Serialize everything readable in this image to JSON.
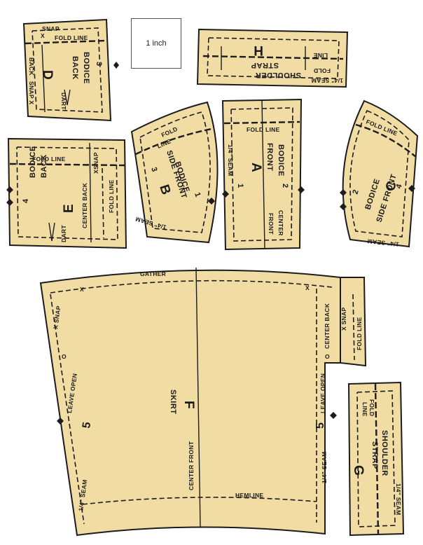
{
  "scale": {
    "label": "1 inch"
  },
  "pieces": {
    "d": {
      "snap": "SNAP",
      "fold": "FOLD LINE",
      "back": "BACK",
      "snap_x": "SNAP X",
      "name1": "BODICE",
      "name2": "BACK",
      "letter": "D",
      "dart": "DART",
      "num": "3",
      "x": "X"
    },
    "h": {
      "seam": "1/4\" SEAM",
      "name1": "SHOULDER",
      "name2": "STRAP",
      "letter": "H",
      "fold1": "FOLD",
      "fold2": "LINE"
    },
    "e": {
      "fold": "FOLD LINE",
      "name1": "BODICE",
      "name2": "BACK",
      "letter": "E",
      "num": "4",
      "dart": "DART",
      "center_back": "CENTER BACK",
      "snap": "XSNAP",
      "fold_side": "FOLD LINE"
    },
    "b": {
      "fold1": "FOLD",
      "fold2": "LINE",
      "name1": "BODICE",
      "name2": "SIDE FRONT",
      "letter": "B",
      "num_left": "3",
      "num_right": "1",
      "seam": "1/4\" SEAM"
    },
    "a": {
      "fold": "FOLD LINE",
      "seam": "1/4\" SEAM",
      "name1": "BODICE",
      "name2": "FRONT",
      "letter": "A",
      "num_left": "1",
      "num_right": "2",
      "center1": "CENTER",
      "center2": "FRONT"
    },
    "c": {
      "fold": "FOLD LINE",
      "name1": "BODICE",
      "name2": "SIDE FRONT",
      "letter": "C",
      "num_left": "2",
      "num_right": "4",
      "seam": "1/4\" SEAM"
    },
    "f": {
      "gather": "GATHER",
      "snap_left": "X SNAP",
      "leave_open_left": "LEAVE OPEN",
      "num_left": "5",
      "seam_left": "1/4\" SEAM",
      "name": "SKIRT",
      "letter": "F",
      "center_front": "CENTER FRONT",
      "hemline": "HEMLINE",
      "center_back": "CENTER BACK",
      "snap_right": "X SNAP",
      "fold": "FOLD LINE",
      "leave_open_right": "LEAVE OPEN",
      "num_right": "5",
      "seam_right": "1/4\" SEAM",
      "x": "X",
      "o": "O"
    },
    "g": {
      "fold1": "FOLD",
      "fold2": "LINE",
      "name1": "SHOULDER",
      "name2": "STRAP",
      "letter": "G",
      "seam": "1/4\" SEAM"
    }
  }
}
